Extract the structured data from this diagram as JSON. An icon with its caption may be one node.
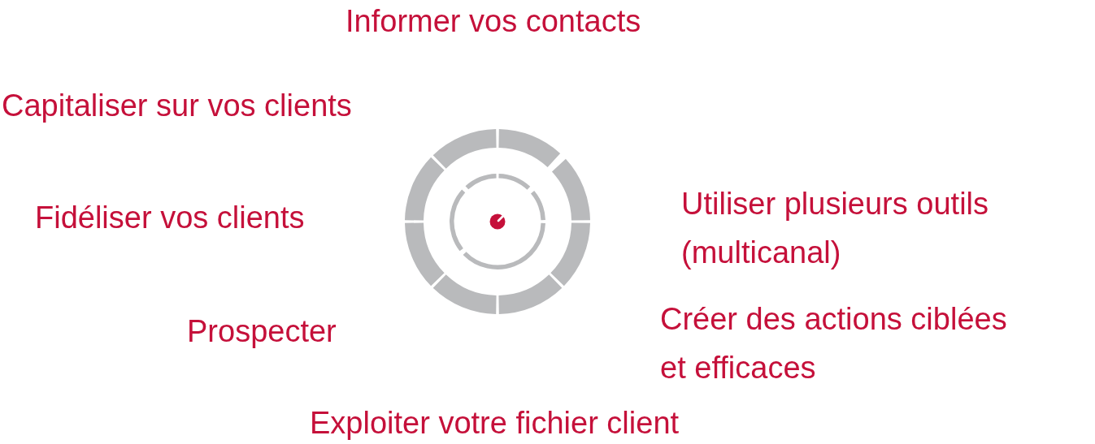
{
  "diagram": {
    "labels": [
      "Informer vos contacts",
      "Capitaliser sur vos clients",
      "Utiliser plusieurs outils (multicanal)",
      "Fidéliser vos clients",
      "Créer des actions ciblées et efficaces",
      "Prospecter",
      "Exploiter votre fichier client"
    ]
  }
}
